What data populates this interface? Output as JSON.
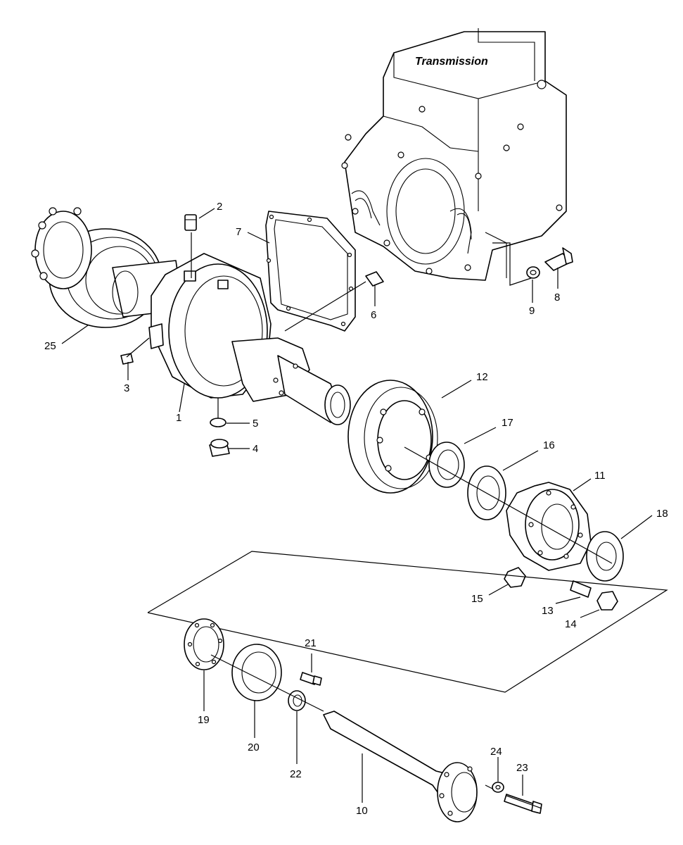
{
  "diagram": {
    "title": "Transmission",
    "callouts": [
      {
        "id": "c1",
        "label": "1"
      },
      {
        "id": "c2",
        "label": "2"
      },
      {
        "id": "c3",
        "label": "3"
      },
      {
        "id": "c4",
        "label": "4"
      },
      {
        "id": "c5",
        "label": "5"
      },
      {
        "id": "c6",
        "label": "6"
      },
      {
        "id": "c7",
        "label": "7"
      },
      {
        "id": "c8",
        "label": "8"
      },
      {
        "id": "c9",
        "label": "9"
      },
      {
        "id": "c10",
        "label": "10"
      },
      {
        "id": "c11",
        "label": "11"
      },
      {
        "id": "c12",
        "label": "12"
      },
      {
        "id": "c13",
        "label": "13"
      },
      {
        "id": "c14",
        "label": "14"
      },
      {
        "id": "c15",
        "label": "15"
      },
      {
        "id": "c16",
        "label": "16"
      },
      {
        "id": "c17",
        "label": "17"
      },
      {
        "id": "c18",
        "label": "18"
      },
      {
        "id": "c19",
        "label": "19"
      },
      {
        "id": "c20",
        "label": "20"
      },
      {
        "id": "c21",
        "label": "21"
      },
      {
        "id": "c22",
        "label": "22"
      },
      {
        "id": "c23",
        "label": "23"
      },
      {
        "id": "c24",
        "label": "24"
      },
      {
        "id": "c25",
        "label": "25"
      }
    ]
  }
}
